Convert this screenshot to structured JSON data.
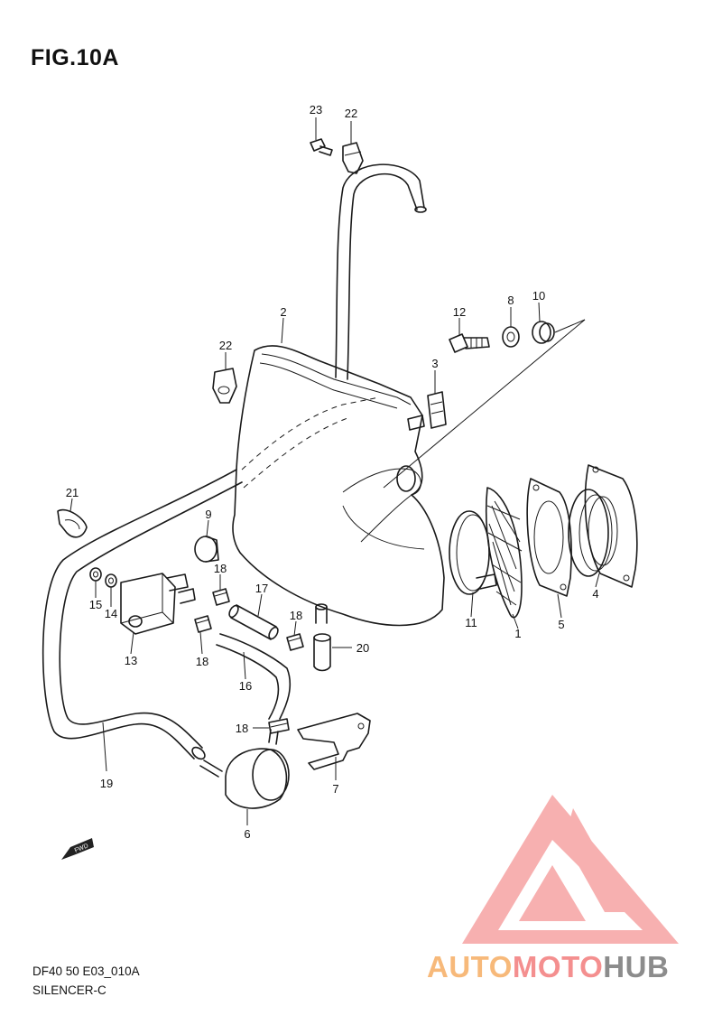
{
  "figure": {
    "title": "FIG.10A",
    "model_code": "DF40 50 E03_010A",
    "section": "SILENCER-C"
  },
  "fwd_badge": "FWD",
  "callouts": [
    {
      "id": "c23",
      "label": "23"
    },
    {
      "id": "c22a",
      "label": "22"
    },
    {
      "id": "c2",
      "label": "2"
    },
    {
      "id": "c22b",
      "label": "22"
    },
    {
      "id": "c12",
      "label": "12"
    },
    {
      "id": "c8",
      "label": "8"
    },
    {
      "id": "c10",
      "label": "10"
    },
    {
      "id": "c3",
      "label": "3"
    },
    {
      "id": "c21",
      "label": "21"
    },
    {
      "id": "c9",
      "label": "9"
    },
    {
      "id": "c18a",
      "label": "18"
    },
    {
      "id": "c17",
      "label": "17"
    },
    {
      "id": "c18b",
      "label": "18"
    },
    {
      "id": "c15",
      "label": "15"
    },
    {
      "id": "c14",
      "label": "14"
    },
    {
      "id": "c13",
      "label": "13"
    },
    {
      "id": "c18c",
      "label": "18"
    },
    {
      "id": "c16",
      "label": "16"
    },
    {
      "id": "c20",
      "label": "20"
    },
    {
      "id": "c11",
      "label": "11"
    },
    {
      "id": "c1",
      "label": "1"
    },
    {
      "id": "c5",
      "label": "5"
    },
    {
      "id": "c4",
      "label": "4"
    },
    {
      "id": "c18d",
      "label": "18"
    },
    {
      "id": "c7",
      "label": "7"
    },
    {
      "id": "c19",
      "label": "19"
    },
    {
      "id": "c6",
      "label": "6"
    }
  ],
  "watermark": {
    "part1": "AUTO",
    "part2": "MOTO",
    "part3": "HUB",
    "color1": "#f7b97a",
    "color2": "#f48f8f",
    "color3": "#8c8c8c"
  }
}
